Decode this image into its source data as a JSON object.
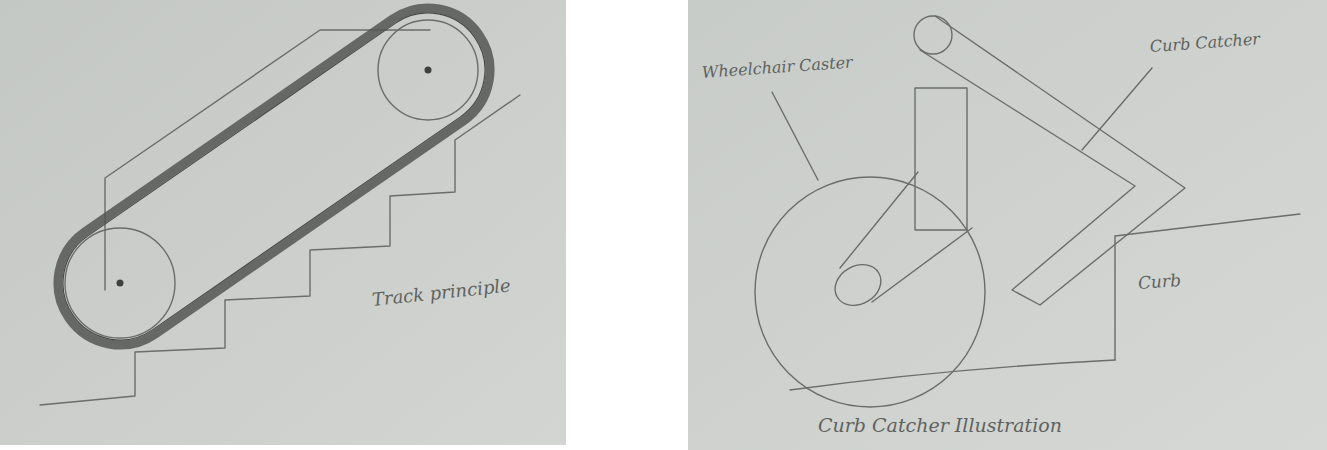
{
  "diagram": {
    "labels": [
      "Track principle",
      "Wheelchair Caster",
      "Curb Catcher",
      "Curb",
      "Curb Catcher Illustration"
    ]
  }
}
